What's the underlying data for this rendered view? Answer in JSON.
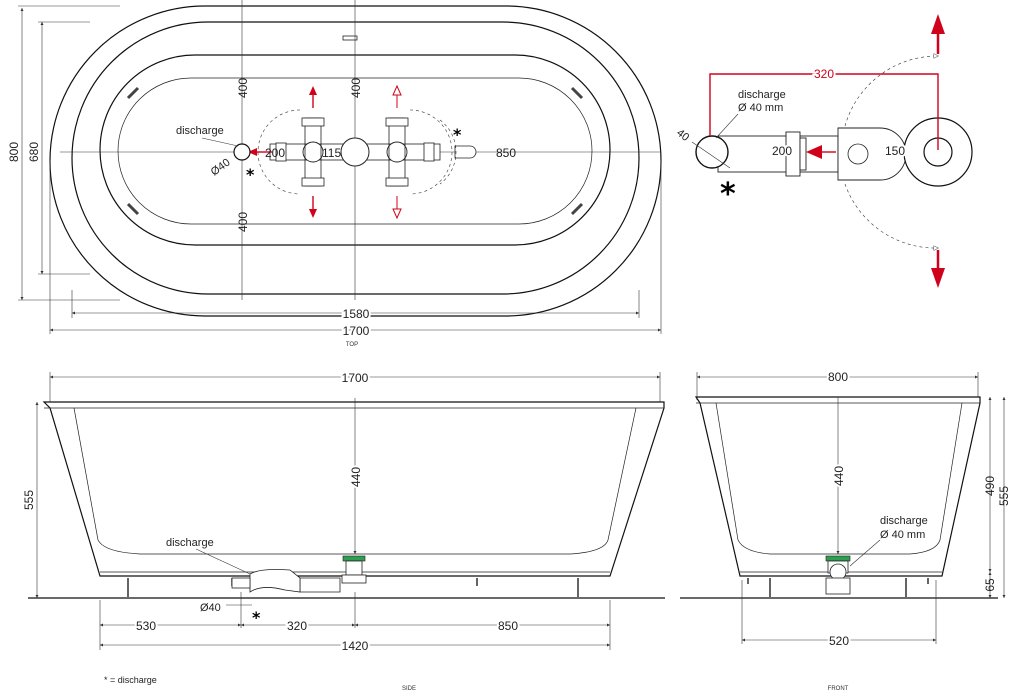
{
  "top_view": {
    "caption": "TOP",
    "dim_length_outer": "1700",
    "dim_length_inner": "1580",
    "dim_width_outer": "800",
    "dim_width_inner": "680",
    "dim_up_left": "400",
    "dim_up_right": "400",
    "dim_down_left": "400",
    "dim_drain_offset": "200",
    "dim_mixer_spacing": "115",
    "dim_to_end": "850",
    "discharge_label": "discharge",
    "drain_diameter": "Ø40",
    "star": "*"
  },
  "detail_view": {
    "dim_span": "320",
    "discharge_label": "discharge",
    "discharge_size": "Ø 40 mm",
    "dim_pipe_diameter": "40",
    "dim_pipe_length": "200",
    "dim_elbow": "150",
    "star": "*"
  },
  "side_view": {
    "caption": "SIDE",
    "dim_length": "1700",
    "dim_height": "555",
    "dim_depth": "440",
    "discharge_label": "discharge",
    "drain_diameter": "Ø40",
    "dim_left": "530",
    "dim_middle": "320",
    "dim_right": "850",
    "dim_base": "1420",
    "star": "*"
  },
  "front_view": {
    "caption": "FRONT",
    "dim_width": "800",
    "dim_depth": "440",
    "dim_inner_height": "490",
    "dim_total_height": "555",
    "dim_foot": "65",
    "dim_base": "520",
    "discharge_label": "discharge",
    "discharge_size": "Ø 40 mm"
  },
  "legend": {
    "note": "* = discharge"
  },
  "colors": {
    "arrow_red": "#d0021b",
    "line": "#111111",
    "fitting_green": "#2e9e4f"
  }
}
